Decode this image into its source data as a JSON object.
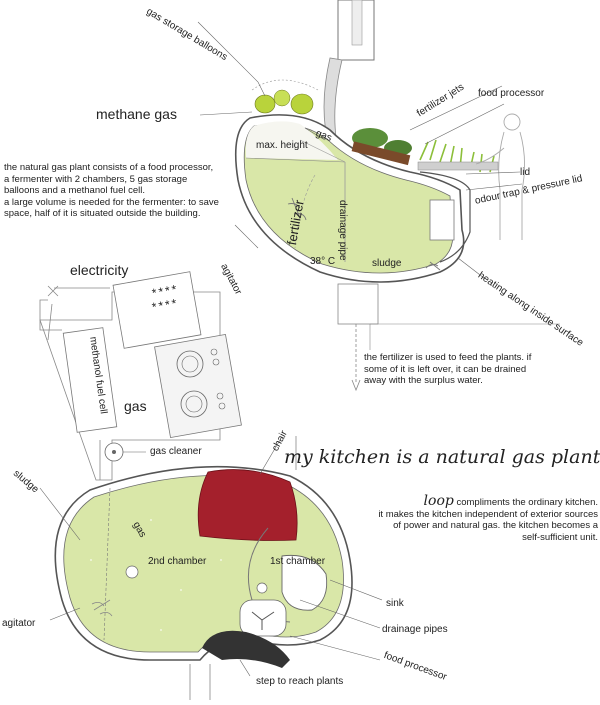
{
  "colors": {
    "tank_fill": "#d9e7a8",
    "tank_fill_light": "#e6efbf",
    "tank_outline": "#555555",
    "chair_red": "#a4202c",
    "plant_green": "#5b8f3a",
    "balloon_green": "#b9d33b",
    "line_gray": "#777777"
  },
  "title": "my kitchen is a natural gas plant",
  "top_diagram": {
    "gas_storage_balloons": "gas storage balloons",
    "methane_gas": "methane gas",
    "max_height": "max. height",
    "gas": "gas",
    "fertilizer_jets": "fertilizer jets",
    "food_processor": "food processor",
    "lid": "lid",
    "odour_trap": "odour trap & pressure lid",
    "fertilizer": "fertilizer",
    "drainage_pipe": "drainage pipe",
    "temperature": "38° C",
    "sludge": "sludge",
    "agitator": "agitator",
    "heating": "heating along inside surface"
  },
  "description_left": [
    "the natural gas plant consists of a food processor,",
    "a fermenter with 2 chambers, 5 gas storage",
    "balloons and a methanol fuel cell.",
    "a large volume is needed for the fermenter: to save",
    "space, half of it is situated outside the building."
  ],
  "fertilizer_note": [
    "the fertilizer is used to feed the plants. if",
    "some of it is left over, it can be drained",
    "away with the surplus water."
  ],
  "plan": {
    "electricity": "electricity",
    "methanol_fuel_cell": "methanol fuel cell",
    "gas": "gas",
    "gas_cleaner": "gas cleaner",
    "sludge": "sludge",
    "gas_inner": "gas",
    "second_chamber": "2nd chamber",
    "first_chamber": "1st chamber",
    "chair": "chair",
    "sink": "sink",
    "drainage_pipes": "drainage pipes",
    "agitator": "agitator",
    "food_processor": "food processor",
    "step": "step to reach plants"
  },
  "loop_text": {
    "loop_word": "loop",
    "line1": "compliments the ordinary kitchen.",
    "line2": "it makes the kitchen independent of exterior sources",
    "line3": "of power and natural gas. the kitchen becomes a",
    "line4": "self-sufficient unit."
  },
  "hob_dots": "****"
}
